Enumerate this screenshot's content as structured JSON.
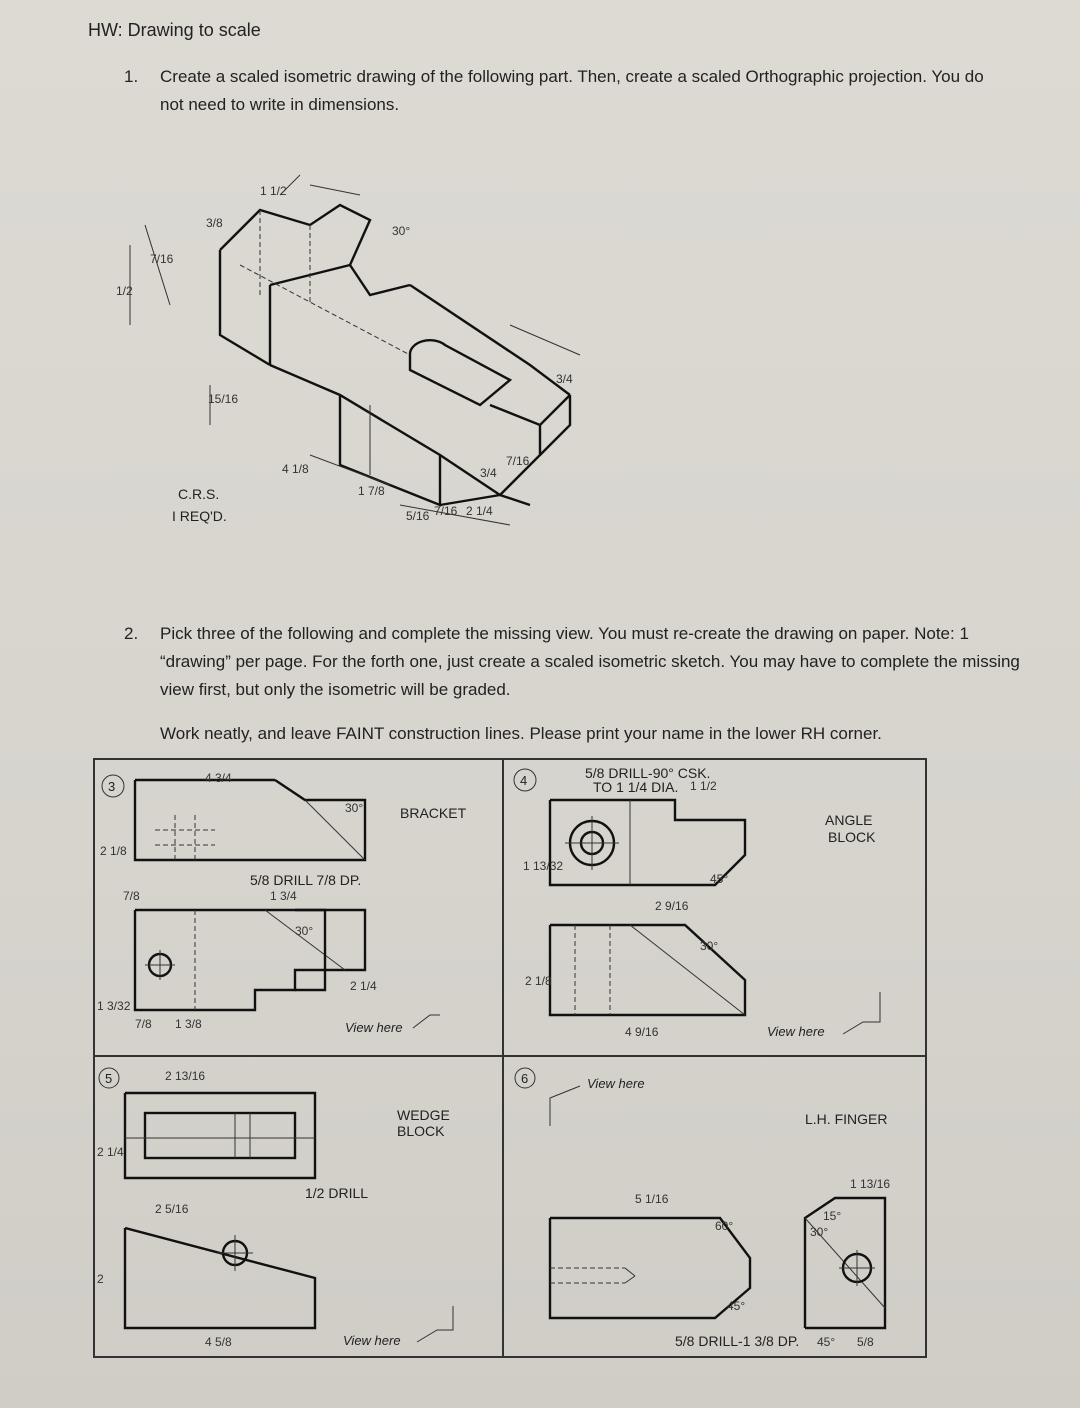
{
  "header": {
    "title": "HW: Drawing to scale"
  },
  "question1": {
    "number": "1.",
    "text": "Create a scaled isometric drawing of the following part. Then, create a scaled Orthographic projection. You do not need to write in dimensions.",
    "figure": {
      "note_line1": "C.R.S.",
      "note_line2": "I REQ'D.",
      "dims": [
        "3/8",
        "1 1/2",
        "30°",
        "7/16",
        "1/2",
        "4 1/8",
        "1 7/8",
        "15/16",
        "5/16",
        "7/16",
        "3/4",
        "7/16",
        "2 1/4",
        "3/4"
      ]
    }
  },
  "question2": {
    "number": "2.",
    "text": "Pick three of the following and complete the missing view. You must re-create the drawing on paper. Note: 1 “drawing” per page. For the forth one, just create a scaled isometric sketch. You may have to complete the missing view first, but only the isometric will be graded.",
    "note": "Work neatly, and leave FAINT construction lines. Please print your name in the lower RH corner."
  },
  "problems": [
    {
      "id": "3",
      "title": "BRACKET",
      "view_here": "View here",
      "callout": "5/8 DRILL 7/8 DP.",
      "dims": [
        "4 3/4",
        "30°",
        "2 1/8",
        "7/8",
        "1 3/4",
        "30°",
        "1 3/8",
        "7/8",
        "2 1/4",
        "1 3/32"
      ]
    },
    {
      "id": "4",
      "title_line1": "ANGLE",
      "title_line2": "BLOCK",
      "view_here": "View here",
      "callout_line1": "5/8 DRILL-90° CSK.",
      "callout_line2": "TO 1 1/4 DIA.",
      "dims": [
        "1 1/2",
        "45°",
        "2 9/16",
        "30°",
        "4 9/16",
        "2 1/8",
        "1 13/32"
      ]
    },
    {
      "id": "5",
      "title_line1": "WEDGE",
      "title_line2": "BLOCK",
      "view_here": "View here",
      "callout": "1/2 DRILL",
      "dims": [
        "2 13/16",
        "2 1/4",
        "2 5/16",
        "4 5/8",
        "2"
      ]
    },
    {
      "id": "6",
      "title": "L.H. FINGER",
      "view_here": "View here",
      "callout": "5/8 DRILL-1 3/8 DP.",
      "dims": [
        "5 1/16",
        "60°",
        "45°",
        "1 13/16",
        "15°",
        "30°",
        "45°",
        "5/8"
      ]
    }
  ]
}
